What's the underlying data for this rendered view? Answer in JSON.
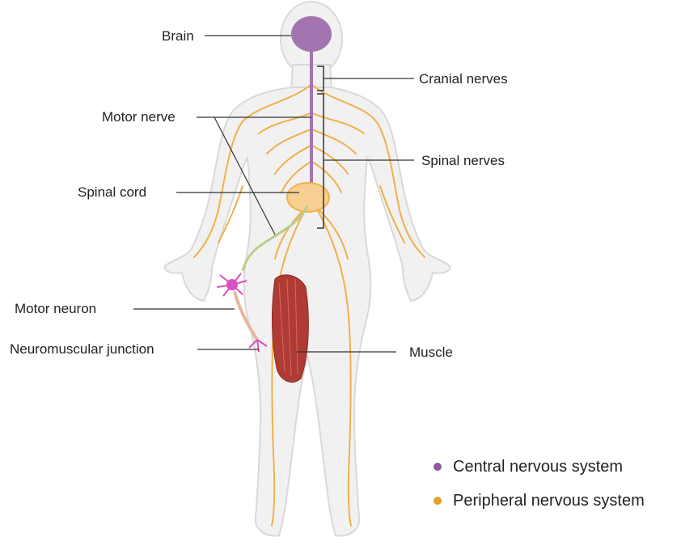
{
  "labels": {
    "brain": "Brain",
    "cranial_nerves": "Cranial nerves",
    "motor_nerve": "Motor nerve",
    "spinal_nerves": "Spinal nerves",
    "spinal_cord": "Spinal cord",
    "motor_neuron": "Motor neuron",
    "neuromuscular_junction": "Neuromuscular junction",
    "muscle": "Muscle"
  },
  "legend": {
    "central": {
      "label": "Central nervous system",
      "color": "#8e5a99"
    },
    "peripheral": {
      "label": "Peripheral nervous system",
      "color": "#e0a02a"
    }
  },
  "colors": {
    "body_fill": "#f1f1f1",
    "body_outline": "#d9d9d9",
    "nerve": "#f0b04a",
    "brain": "#a474b0",
    "muscle": "#b03a34",
    "neuron": "#d94fc0",
    "motor_nerve_fiber": "#b9cf86",
    "leader_line": "#333333"
  }
}
